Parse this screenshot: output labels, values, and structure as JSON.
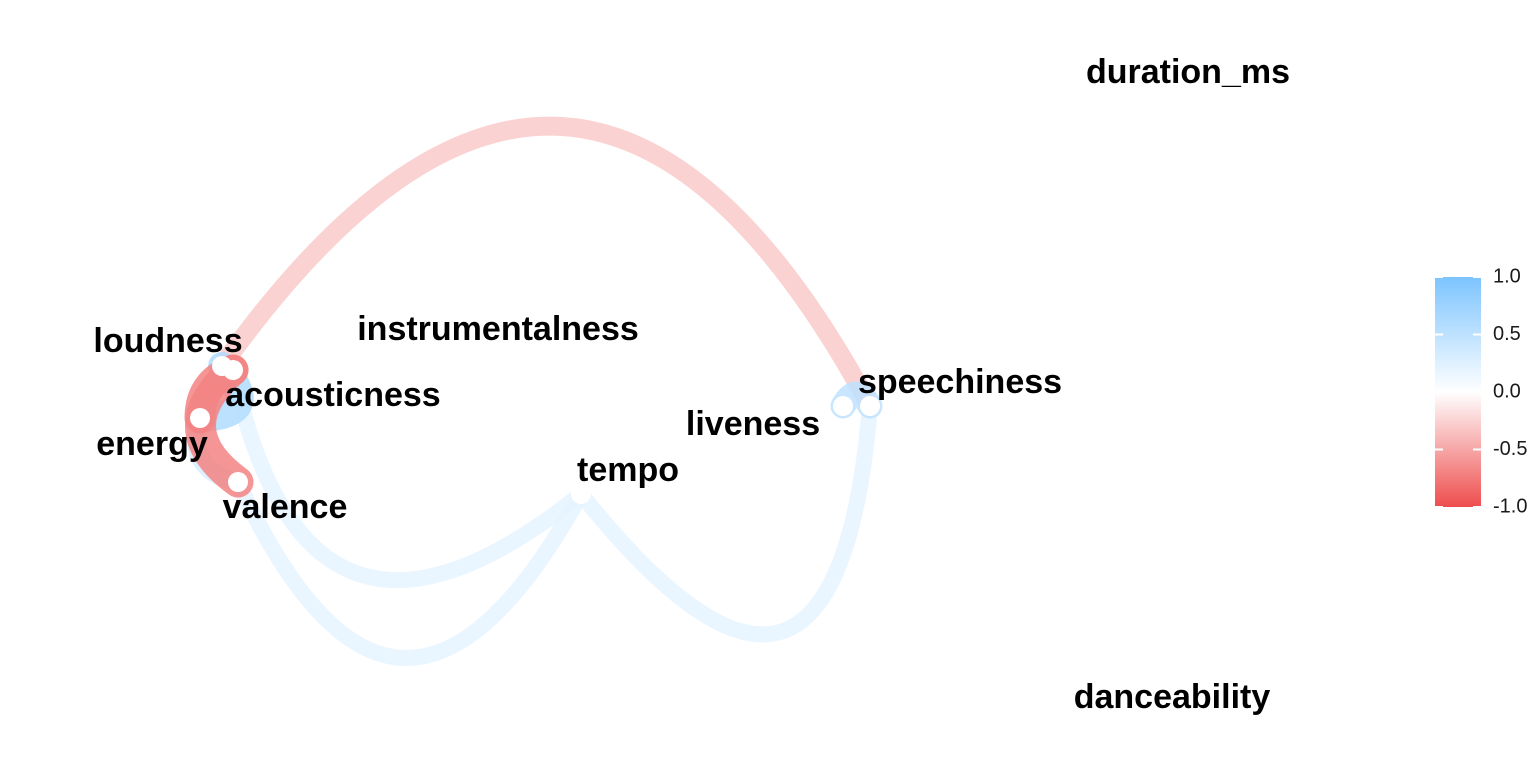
{
  "chart_data": {
    "type": "network",
    "nodes": [
      {
        "id": "duration_ms",
        "label": "duration_ms"
      },
      {
        "id": "loudness",
        "label": "loudness"
      },
      {
        "id": "instrumentalness",
        "label": "instrumentalness"
      },
      {
        "id": "acousticness",
        "label": "acousticness"
      },
      {
        "id": "speechiness",
        "label": "speechiness"
      },
      {
        "id": "energy",
        "label": "energy"
      },
      {
        "id": "liveness",
        "label": "liveness"
      },
      {
        "id": "tempo",
        "label": "tempo"
      },
      {
        "id": "valence",
        "label": "valence"
      },
      {
        "id": "danceability",
        "label": "danceability"
      }
    ],
    "edges": [
      {
        "from": "loudness",
        "to": "speechiness",
        "r": -0.3
      },
      {
        "from": "acousticness",
        "to": "tempo",
        "r": 0.2
      },
      {
        "from": "valence",
        "to": "tempo",
        "r": 0.2
      },
      {
        "from": "tempo",
        "to": "speechiness",
        "r": 0.2
      },
      {
        "from": "energy",
        "to": "valence",
        "r": 0.3
      },
      {
        "from": "loudness",
        "to": "energy",
        "r": 0.6
      },
      {
        "from": "acousticness",
        "to": "valence",
        "r": -0.7
      },
      {
        "from": "energy",
        "to": "acousticness",
        "r": -0.7
      },
      {
        "from": "liveness",
        "to": "speechiness",
        "r": 0.5
      }
    ],
    "legend": {
      "ticks": [
        "1.0",
        "0.5",
        "0.0",
        "-0.5",
        "-1.0"
      ],
      "range": [
        -1,
        1
      ],
      "colors": {
        "positive": "#7cc4ff",
        "zero": "#ffffff",
        "negative": "#ee4d4d"
      },
      "placement": "right"
    }
  }
}
